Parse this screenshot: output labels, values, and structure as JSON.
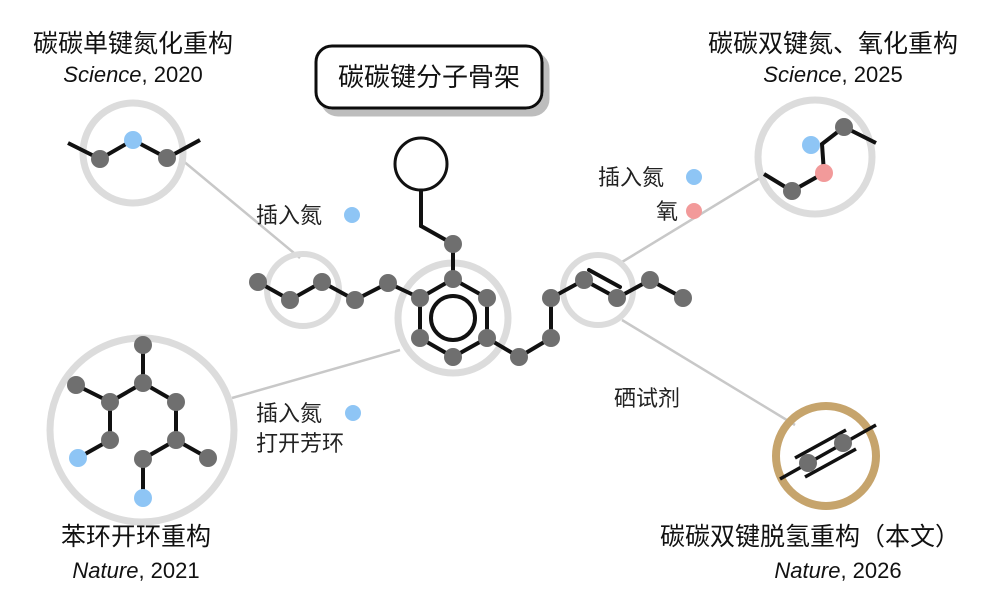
{
  "central_box": {
    "label": "碳碳键分子骨架"
  },
  "top_left": {
    "title": "碳碳单键氮化重构",
    "journal": "Science",
    "year": ", 2020"
  },
  "top_right": {
    "title": "碳碳双键氮、氧化重构",
    "journal": "Science",
    "year": ", 2025"
  },
  "bottom_left": {
    "title": "苯环开环重构",
    "journal": "Nature",
    "year": ", 2021"
  },
  "bottom_right": {
    "title": "碳碳双键脱氢重构（本文）",
    "journal": "Nature",
    "year": ", 2026"
  },
  "labels": {
    "insert_n_left": "插入氮",
    "insert_n_right": "插入氮",
    "oxygen": "氧",
    "insert_n_bottom": "插入氮",
    "open_aromatic": "打开芳环",
    "selenium_reagent": "硒试剂"
  },
  "colors": {
    "carbon": "#6f6f6f",
    "nitrogen": "#8ec5f5",
    "oxygen": "#f29a9a",
    "highlight_ring": "#dcdcdc",
    "gold_ring": "#c6a46c",
    "bond": "#111111",
    "connector": "#c8c8c8"
  }
}
